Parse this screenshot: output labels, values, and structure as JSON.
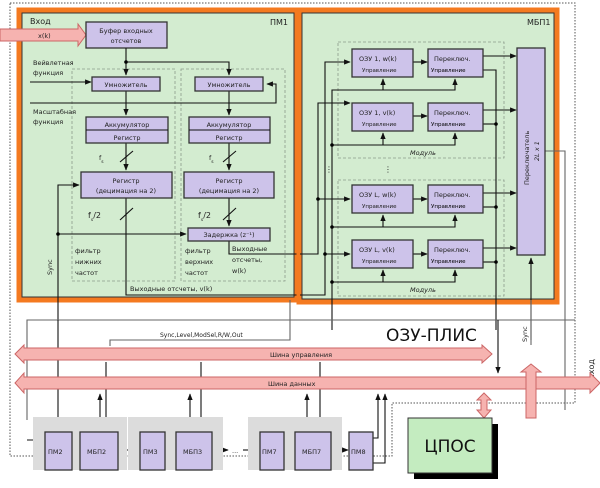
{
  "pm1": {
    "title": "ПМ1",
    "input_label": "Вход",
    "input_signal": "x(k)",
    "buffer": [
      "Буфер входных",
      "отсчетов"
    ],
    "wavelet_label": [
      "Вейвлетная",
      "функция"
    ],
    "scale_label": [
      "Масштабная",
      "функция"
    ],
    "multiplier": "Умножитель",
    "accumulator": "Аккумулятор",
    "register": "Регистр",
    "fs": "f",
    "fs_sub": "s",
    "fs2": "/2",
    "decim_register": [
      "Регистр",
      "(децимация на 2)"
    ],
    "delay": "Задержка (z⁻¹)",
    "lowpass": [
      "фильтр",
      "нижних",
      "частот"
    ],
    "highpass": [
      "фильтр",
      "верхних",
      "частот"
    ],
    "out_w": [
      "Выходные",
      "отсчеты,",
      "w(k)"
    ],
    "out_v": "Выходные отсчеты,  v(k)",
    "sync": "Sync"
  },
  "mbp1": {
    "title": "МБП1",
    "module_label": "Модуль",
    "control": "Управление",
    "ram": [
      "ОЗУ 1,  w(k)",
      "ОЗУ 1,  v(k)",
      "ОЗУ L,  w(k)",
      "ОЗУ L,  v(k)"
    ],
    "switch": "Переключ.",
    "big_switch": [
      "Переключатель",
      "2L x 1"
    ],
    "ellipsis": "⋮"
  },
  "system": {
    "title": "ОЗУ-ПЛИС",
    "signals": "Sync,Level,ModSel,R/W,Out",
    "control_bus": "Шина управления",
    "data_bus": "Шина данных",
    "sync": "Sync",
    "output": "Выход",
    "dsp": "ЦПОС",
    "ellipsis": "...",
    "modules": [
      {
        "pm": "ПМ2",
        "mbp": "МБП2"
      },
      {
        "pm": "ПМ3",
        "mbp": "МБП3"
      },
      {
        "pm": "ПМ7",
        "mbp": "МБП7"
      }
    ],
    "pm8": "ПМ8"
  },
  "colors": {
    "orange": "#f47a20",
    "green": "#d3ecd0",
    "purple": "#cdc3ea",
    "pink": "#f6b3b0",
    "gray": "#dcdcdc",
    "dsp": "#c4ecc0"
  }
}
